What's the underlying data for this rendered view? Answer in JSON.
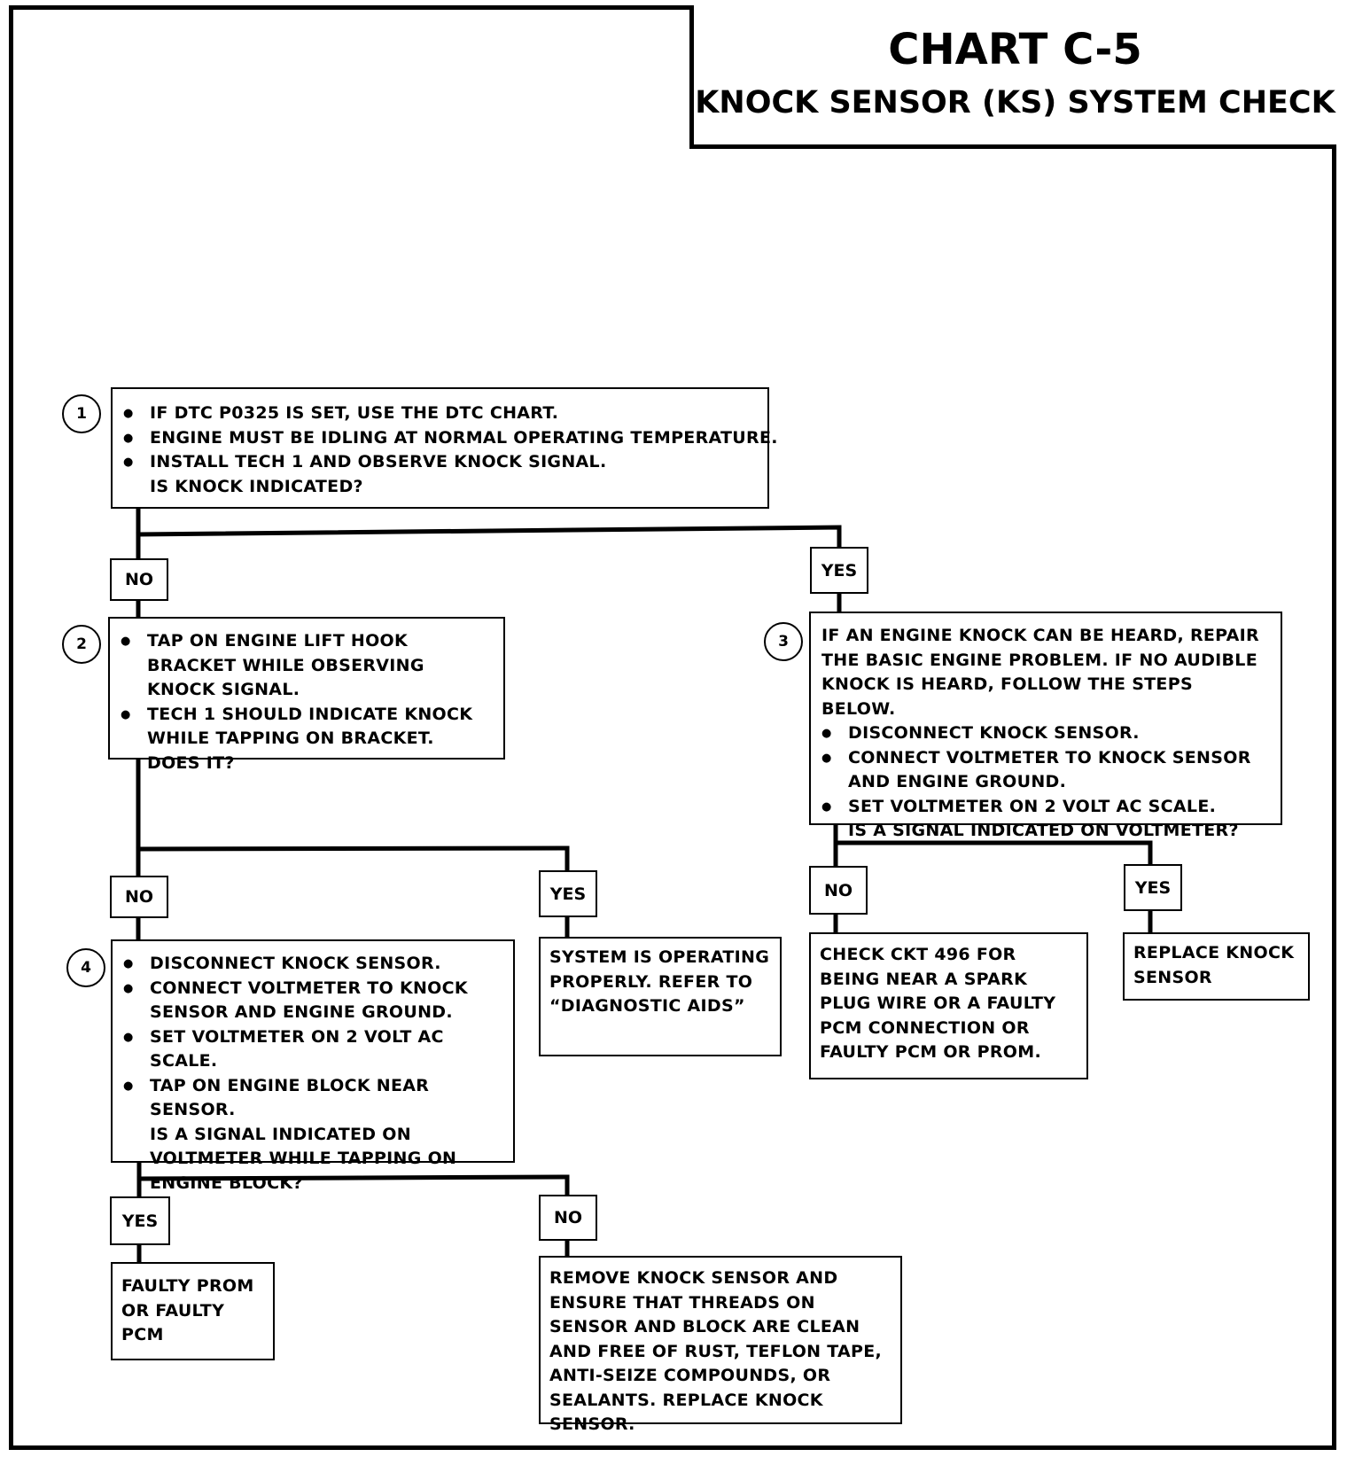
{
  "title": {
    "main": "CHART C-5",
    "sub": "KNOCK SENSOR (KS) SYSTEM CHECK"
  },
  "steps": {
    "s1": {
      "num": "1",
      "bullets": [
        "IF DTC P0325 IS SET, USE THE DTC CHART.",
        "ENGINE MUST BE IDLING AT NORMAL OPERATING TEMPERATURE.",
        "INSTALL TECH 1 AND OBSERVE KNOCK SIGNAL."
      ],
      "question": "IS KNOCK INDICATED?"
    },
    "s2": {
      "num": "2",
      "bullets": [
        "TAP ON ENGINE LIFT HOOK BRACKET WHILE OBSERVING KNOCK SIGNAL.",
        "TECH 1 SHOULD INDICATE KNOCK WHILE TAPPING ON BRACKET."
      ],
      "question": "DOES IT?"
    },
    "s3": {
      "num": "3",
      "intro": "IF AN ENGINE KNOCK CAN BE HEARD, REPAIR THE BASIC ENGINE PROBLEM.  IF NO AUDIBLE KNOCK IS HEARD, FOLLOW THE STEPS BELOW.",
      "bullets": [
        "DISCONNECT KNOCK SENSOR.",
        "CONNECT VOLTMETER TO KNOCK SENSOR AND ENGINE GROUND.",
        "SET VOLTMETER ON 2 VOLT AC SCALE."
      ],
      "question": "IS A SIGNAL INDICATED ON VOLTMETER?"
    },
    "s4": {
      "num": "4",
      "bullets": [
        "DISCONNECT KNOCK SENSOR.",
        "CONNECT VOLTMETER TO KNOCK SENSOR AND ENGINE GROUND.",
        "SET VOLTMETER ON 2 VOLT AC SCALE.",
        "TAP ON ENGINE BLOCK NEAR SENSOR."
      ],
      "question": "IS A SIGNAL INDICATED ON VOLTMETER WHILE TAPPING ON ENGINE BLOCK?"
    }
  },
  "results": {
    "system_ok": "SYSTEM IS OPERATING PROPERLY.  REFER TO “DIAGNOSTIC AIDS”",
    "check_ckt": "CHECK CKT 496 FOR BEING NEAR A SPARK PLUG WIRE OR A FAULTY PCM CONNECTION OR FAULTY PCM OR PROM.",
    "replace_ks": "REPLACE KNOCK SENSOR",
    "faulty_prom": "FAULTY PROM OR FAULTY PCM",
    "remove_ks": "REMOVE KNOCK SENSOR AND ENSURE THAT THREADS ON SENSOR AND BLOCK ARE CLEAN AND FREE OF RUST, TEFLON TAPE, ANTI-SEIZE COMPOUNDS, OR SEALANTS. REPLACE KNOCK SENSOR."
  },
  "labels": {
    "yes": "YES",
    "no": "NO"
  }
}
